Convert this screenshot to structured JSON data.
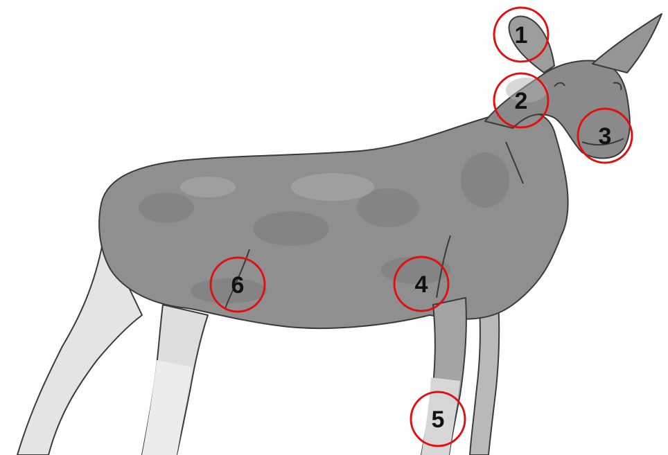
{
  "figure": {
    "subject": "moose",
    "colors": {
      "background": "#ffffff",
      "body": "#8f8f8f",
      "body_dark": "#6e6e6e",
      "body_light": "#a9a9a9",
      "leg_light": "#dcdcdc",
      "outline": "#3a3a3a",
      "marker": "#e01010",
      "label": "#111111"
    }
  },
  "markers": [
    {
      "label": "1"
    },
    {
      "label": "2"
    },
    {
      "label": "3"
    },
    {
      "label": "4"
    },
    {
      "label": "5"
    },
    {
      "label": "6"
    }
  ]
}
